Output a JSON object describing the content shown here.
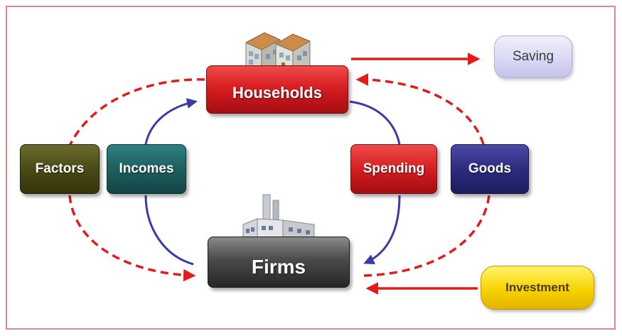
{
  "nodes": {
    "households": "Households",
    "firms": "Firms",
    "factors": "Factors",
    "incomes": "Incomes",
    "spending": "Spending",
    "goods": "Goods",
    "saving": "Saving",
    "investment": "Investment"
  },
  "icons": {
    "households": "houses-icon",
    "firms": "factory-icon"
  },
  "colors": {
    "real_flow": "#e31b1b",
    "money_flow": "#3a3aa8",
    "leak_inject": "#e31b1b"
  }
}
